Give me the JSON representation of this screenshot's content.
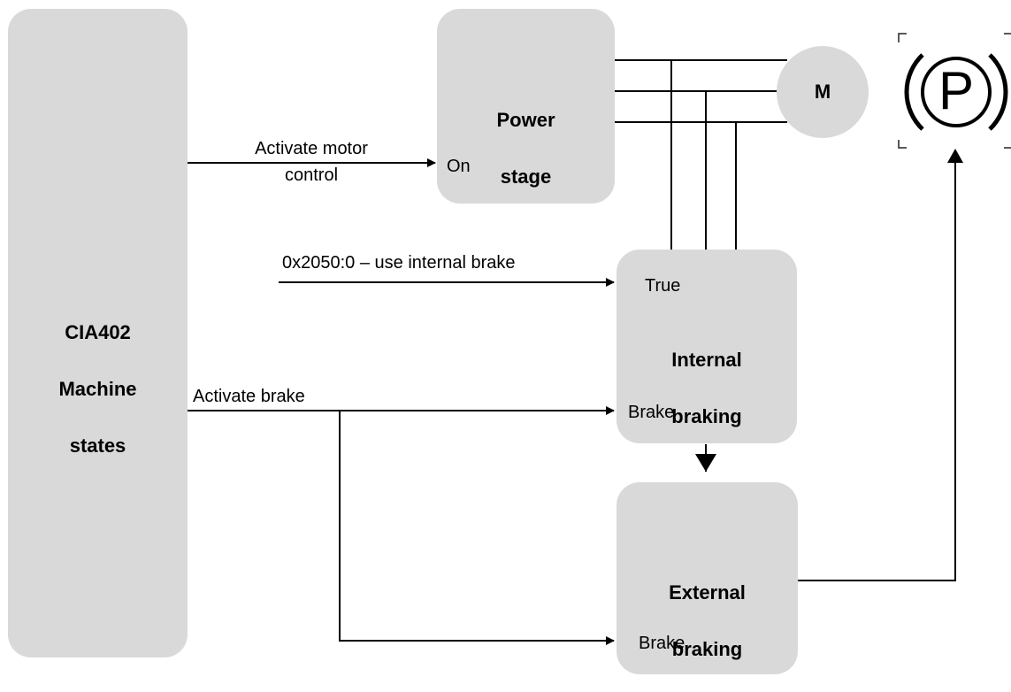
{
  "blocks": {
    "cia402": {
      "title_line1": "CIA402",
      "title_line2": "Machine",
      "title_line3": "states"
    },
    "power_stage": {
      "title_line1": "Power",
      "title_line2": "stage",
      "port_on": "On"
    },
    "internal_braking": {
      "title_line1": "Internal",
      "title_line2": "braking",
      "port_true": "True",
      "port_brake": "Brake"
    },
    "external_braking": {
      "title_line1": "External",
      "title_line2": "braking",
      "port_brake": "Brake"
    },
    "motor": {
      "label": "M"
    },
    "parking_brake": {
      "label": "P"
    }
  },
  "signals": {
    "activate_motor_control_line1": "Activate motor",
    "activate_motor_control_line2": "control",
    "use_internal_brake": "0x2050:0 – use internal brake",
    "activate_brake": "Activate brake"
  },
  "colors": {
    "block_fill": "#d9d9d9",
    "line": "#000000"
  },
  "icons": [
    "parking-brake-icon",
    "motor-symbol"
  ]
}
